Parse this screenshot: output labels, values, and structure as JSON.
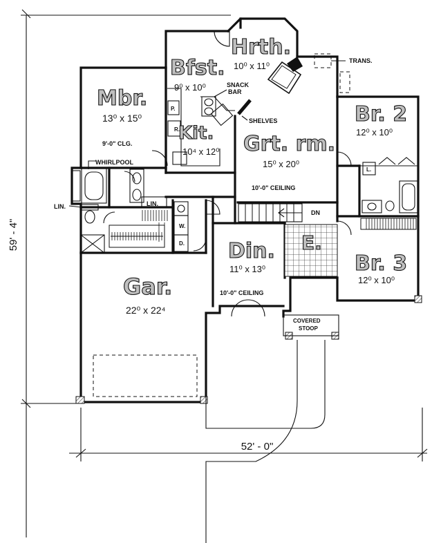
{
  "rooms": {
    "mbr": {
      "name": "Mbr.",
      "size": "13⁰ x 15⁰",
      "note": "9'-0\" CLG."
    },
    "bfst": {
      "name": "Bfst.",
      "size": "9⁰ x 10⁰"
    },
    "hrth": {
      "name": "Hrth.",
      "size": "10⁰ x 11⁰"
    },
    "kit": {
      "name": "Kit.",
      "size": "10⁴ x 12⁰"
    },
    "grt": {
      "name": "Grt. rm.",
      "size": "15⁰ x 20⁰",
      "note": "10'-0\" CEILING"
    },
    "br2": {
      "name": "Br. 2",
      "size": "12⁰ x 10⁰"
    },
    "br3": {
      "name": "Br. 3",
      "size": "12⁰ x 10⁰"
    },
    "din": {
      "name": "Din.",
      "size": "11⁰ x 13⁰",
      "note": "10'-0\" CEILING"
    },
    "entry": {
      "name": "E."
    },
    "gar": {
      "name": "Gar.",
      "size": "22⁰ x 22⁴"
    }
  },
  "labels": {
    "snack_bar_1": "SNACK",
    "snack_bar_2": "BAR",
    "shelves": "SHELVES",
    "trans": "TRANS.",
    "whirlpool": "WHIRLPOOL",
    "lin_bath": "LIN.",
    "lin_hall": "LIN.",
    "pantry": "P.",
    "refrigerator": "R.",
    "washer": "W.",
    "dryer": "D.",
    "closet_br2": "L.",
    "down": "DN",
    "covered_1": "COVERED",
    "covered_2": "STOOP"
  },
  "dimensions": {
    "depth": "59' - 4\"",
    "width": "52' - 0\""
  }
}
